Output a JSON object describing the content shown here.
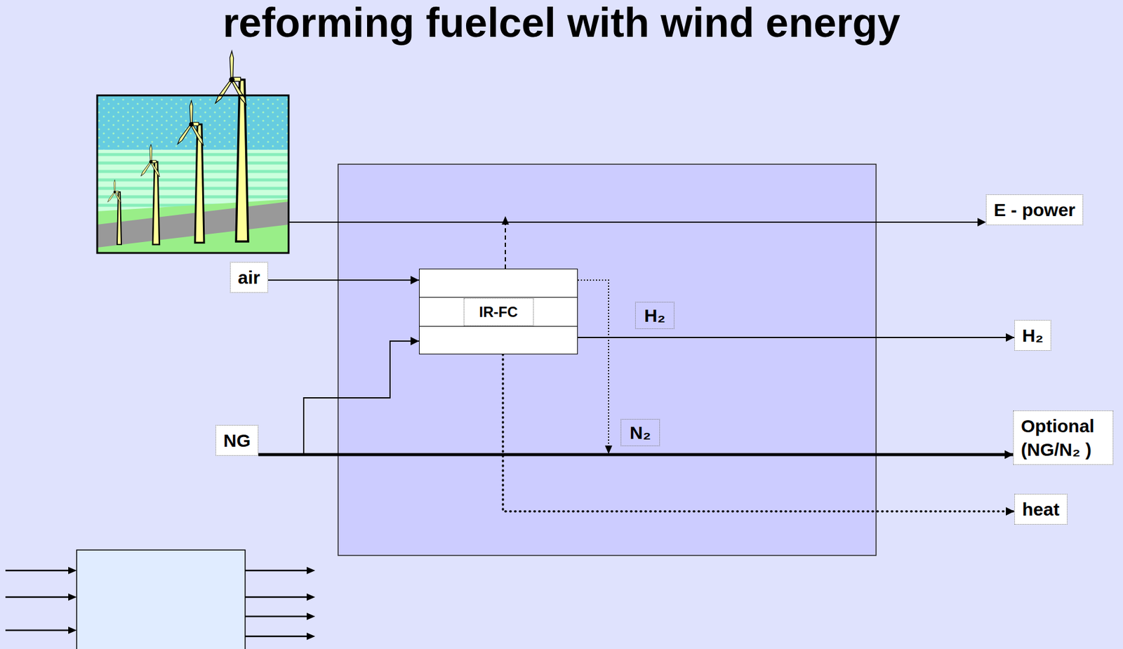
{
  "diagram": {
    "title": "reforming fuelcel with wind energy",
    "nodes": [
      {
        "text": [
          "air"
        ]
      },
      {
        "text": [
          "IR-FC"
        ]
      },
      {
        "text": [
          "NG"
        ]
      },
      {
        "text": [
          "E - power"
        ]
      },
      {
        "text": [
          "H₂"
        ]
      },
      {
        "text": [
          "Optional (NG/N₂ )"
        ]
      },
      {
        "text": [
          "heat"
        ]
      }
    ],
    "edges": [
      {
        "from": 0,
        "to": 1,
        "arrow": "to"
      },
      {
        "from": 2,
        "to": 1,
        "arrow": "to"
      },
      {
        "from": 2,
        "to": 5,
        "arrow": "to"
      },
      {
        "from": 1,
        "to": 3,
        "arrow": "to"
      },
      {
        "from": 1,
        "to": 4,
        "arrow": "to",
        "label": "H₂"
      },
      {
        "from": 1,
        "to": 5,
        "arrow": "to",
        "label": "N₂"
      },
      {
        "from": 1,
        "to": 6,
        "arrow": "to"
      }
    ]
  }
}
